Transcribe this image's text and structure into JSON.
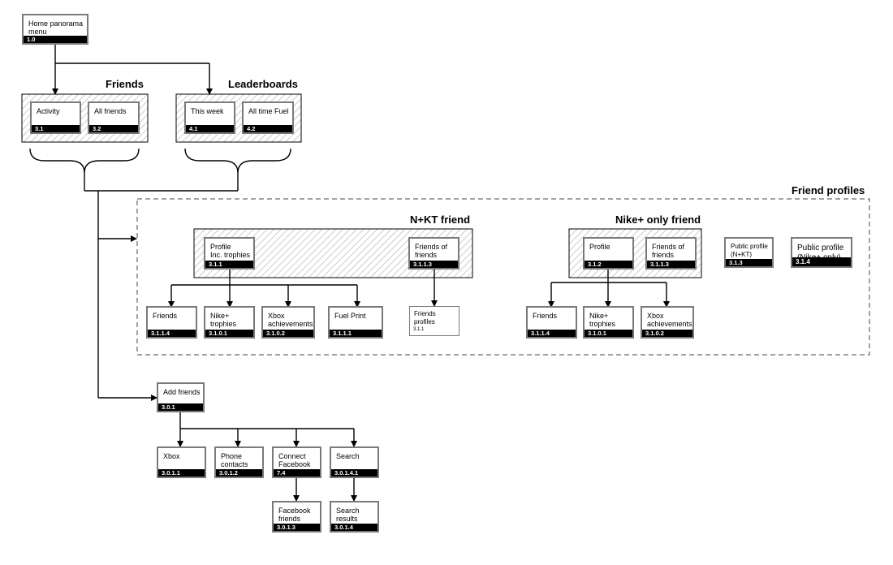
{
  "nodes": {
    "home": {
      "label": "Home panorama\nmenu",
      "code": "1.0"
    },
    "activity": {
      "label": "Activity",
      "code": "3.1"
    },
    "all_friends": {
      "label": "All friends",
      "code": "3.2"
    },
    "this_week": {
      "label": "This week",
      "code": "4.1"
    },
    "all_time": {
      "label": "All time Fuel",
      "code": "4.2"
    },
    "nkt_profile": {
      "label": "Profile\nInc. trophies",
      "code": "3.1.1"
    },
    "nkt_fof": {
      "label": "Friends of\nfriends",
      "code": "3.1.1.3"
    },
    "nkt_friends": {
      "label": "Friends",
      "code": "3.1.1.4"
    },
    "nkt_trophies": {
      "label": "Nike+ trophies",
      "code": "3.1.0.1"
    },
    "nkt_xbox": {
      "label": "Xbox\nachievements",
      "code": "3.1.0.2"
    },
    "fuel_print": {
      "label": "Fuel Print",
      "code": "3.1.1.1"
    },
    "friends_profiles": {
      "label": "Friends profiles",
      "code": "3.1.1"
    },
    "np_profile": {
      "label": "Profile",
      "code": "3.1.2"
    },
    "np_fof": {
      "label": "Friends of\nfriends",
      "code": "3.1.1.3"
    },
    "np_friends": {
      "label": "Friends",
      "code": "3.1.1.4"
    },
    "np_trophies": {
      "label": "Nike+ trophies",
      "code": "3.1.0.1"
    },
    "np_xbox": {
      "label": "Xbox\nachievements",
      "code": "3.1.0.2"
    },
    "pub_nkt": {
      "label": "Public profile\n(N+KT)",
      "code": "3.1.3"
    },
    "pub_nike": {
      "label": "Public profile\n(Nike+ only)",
      "code": "3.1.4"
    },
    "add_friends": {
      "label": "Add friends",
      "code": "3.0.1"
    },
    "xbox": {
      "label": "Xbox",
      "code": "3.0.1.1"
    },
    "phone": {
      "label": "Phone contacts",
      "code": "3.0.1.2"
    },
    "facebook": {
      "label": "Connect\nFacebook",
      "code": "7.4"
    },
    "search": {
      "label": "Search",
      "code": "3.0.1.4.1"
    },
    "fb_friends": {
      "label": "Facebook\nfriends",
      "code": "3.0.1.3"
    },
    "search_results": {
      "label": "Search results",
      "code": "3.0.1.4"
    }
  },
  "groups": {
    "friends": "Friends",
    "leaderboards": "Leaderboards",
    "friend_profiles": "Friend profiles",
    "nkt_friend": "N+KT friend",
    "nike_only_friend": "Nike+ only friend"
  },
  "colors": {
    "line": "#000000",
    "node_border": "#7a7a7a",
    "hatch": "#b8b8b8",
    "code_bar": "#000000"
  }
}
